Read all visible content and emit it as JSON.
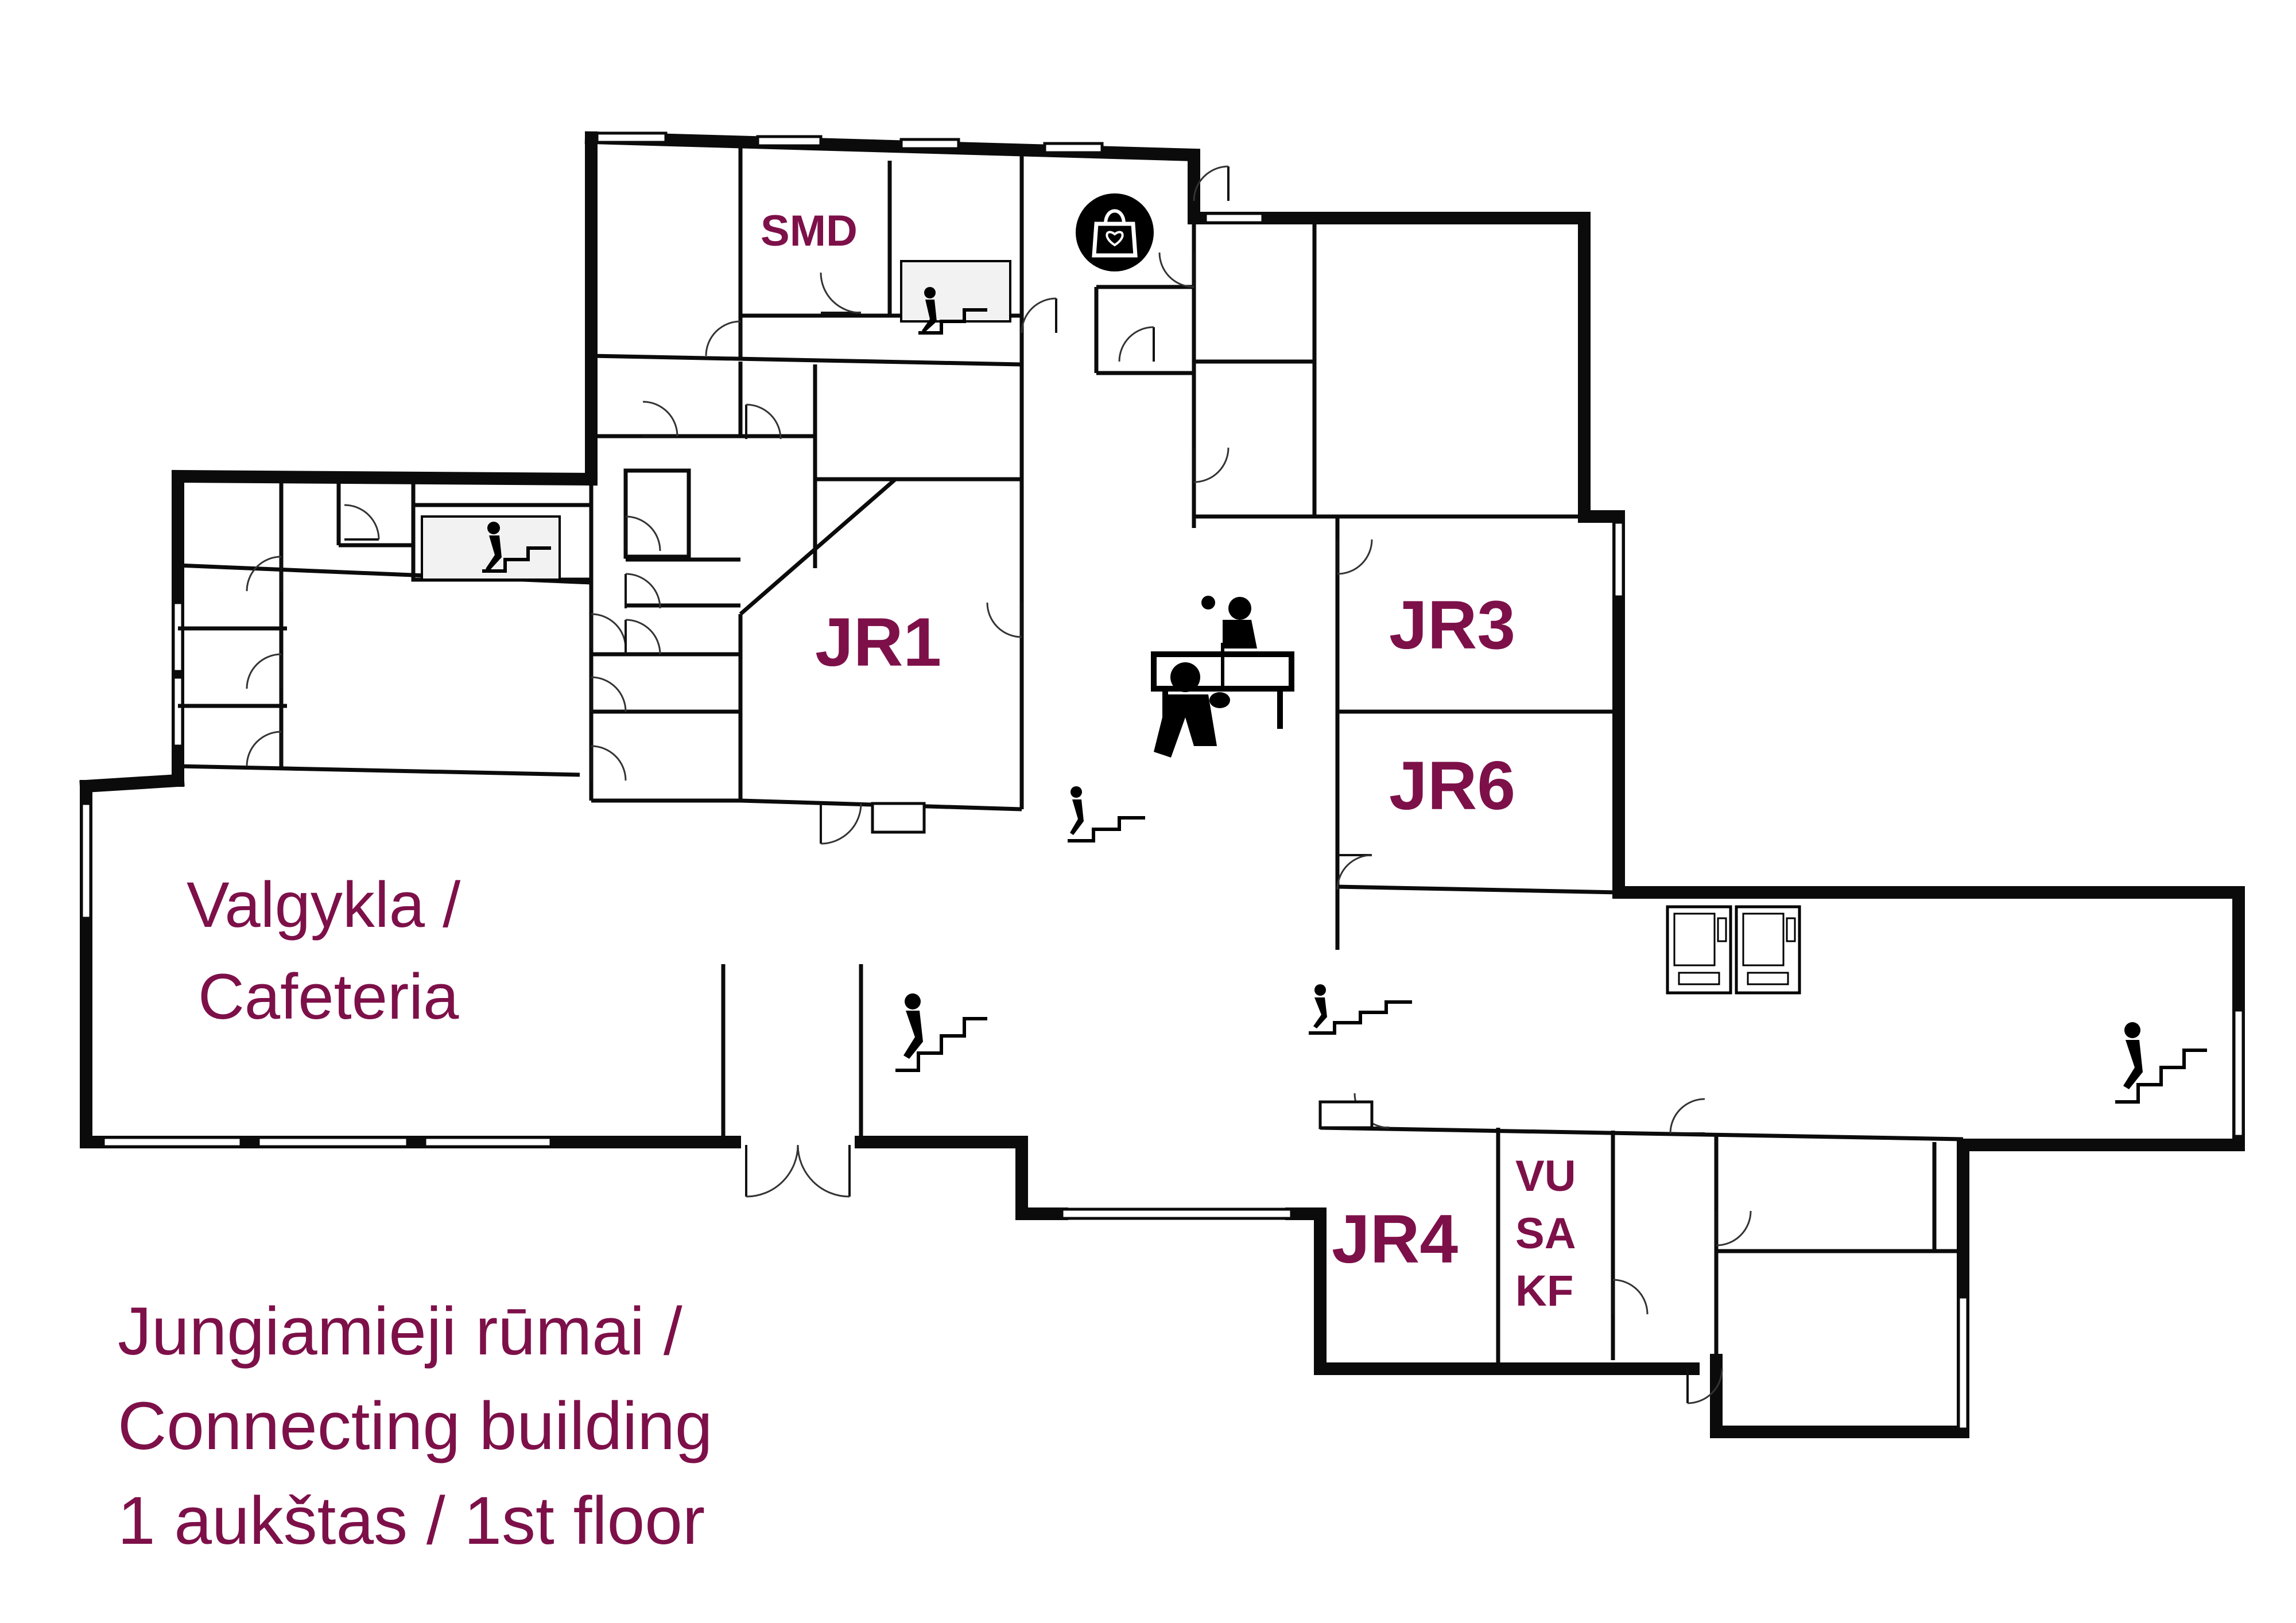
{
  "rooms": {
    "smd": "SMD",
    "jr1": "JR1",
    "jr3": "JR3",
    "jr6": "JR6",
    "jr4": "JR4",
    "vusakf": [
      "VU",
      "SA",
      "KF"
    ]
  },
  "cafeteria": [
    "Valgykla /",
    "Cafeteria"
  ],
  "title": [
    "Jungiamieji rūmai /",
    "Connecting building",
    "1 aukštas / 1st floor"
  ],
  "icons": [
    "shop-bag-heart-icon",
    "table-tennis-icon",
    "vending-machine-icon",
    "stairs-person-icon"
  ],
  "accent_color": "#7d1049"
}
